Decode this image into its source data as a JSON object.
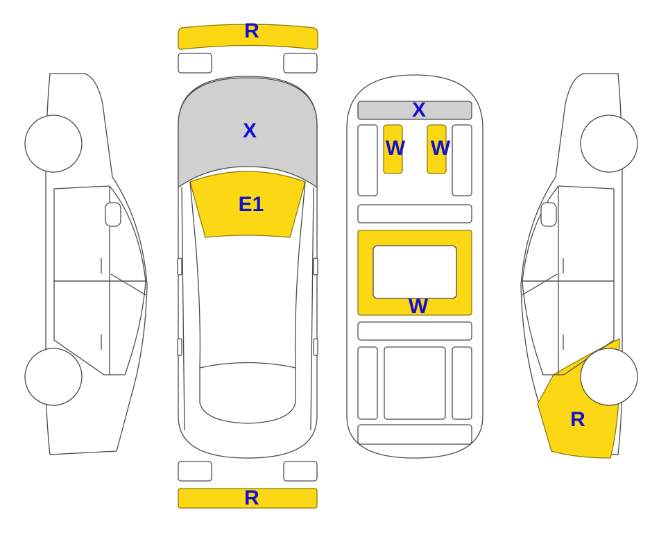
{
  "colors": {
    "damage_fill": "#FBD714",
    "damage_stroke": "#8a7a10",
    "unmarked_fill": "#D0D0D0",
    "marker_text": "#1010D0",
    "outline": "#4a4a4a"
  },
  "markers": {
    "front_bumper": "R",
    "hood": "X",
    "windshield": "E1",
    "roof_front": "X",
    "seat_left": "W",
    "seat_right": "W",
    "rear_seat": "W",
    "rear_bumper": "R",
    "right_rear_quarter": "R"
  },
  "damaged_parts": [
    {
      "part": "front-bumper",
      "code": "R",
      "shown": "yellow"
    },
    {
      "part": "windshield",
      "code": "E1",
      "shown": "yellow"
    },
    {
      "part": "seat-left",
      "code": "W",
      "shown": "yellow"
    },
    {
      "part": "seat-right",
      "code": "W",
      "shown": "yellow"
    },
    {
      "part": "rear-seat",
      "code": "W",
      "shown": "yellow"
    },
    {
      "part": "rear-bumper",
      "code": "R",
      "shown": "yellow"
    },
    {
      "part": "right-rear-quarter",
      "code": "R",
      "shown": "yellow"
    },
    {
      "part": "hood",
      "code": "X",
      "shown": "grey"
    },
    {
      "part": "roof-front",
      "code": "X",
      "shown": "grey"
    }
  ]
}
